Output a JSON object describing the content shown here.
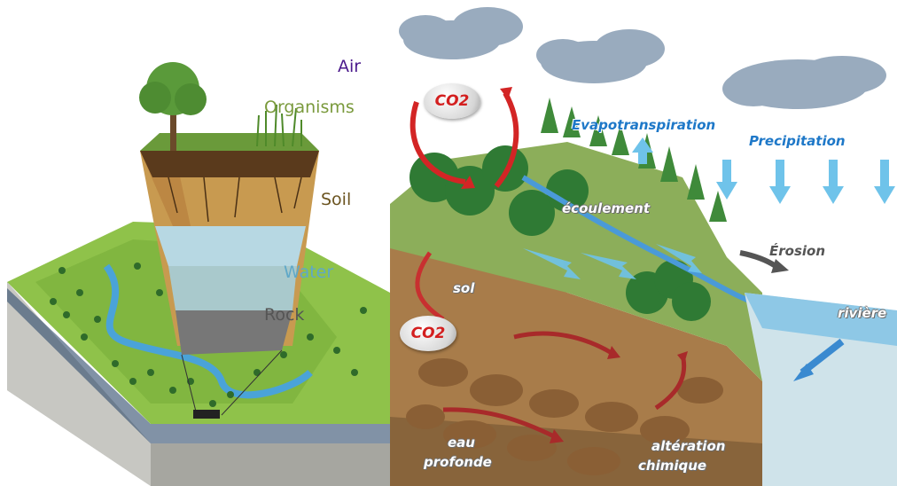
{
  "left_diagram": {
    "labels": {
      "air": "Air",
      "organisms": "Organisms",
      "soil": "Soil",
      "water": "Water",
      "rock": "Rock"
    },
    "colors": {
      "air": "#4b1a8c",
      "organisms": "#7a9a3c",
      "soil": "#6b5420",
      "water": "#5fa8c8",
      "rock": "#555555"
    }
  },
  "right_diagram": {
    "co2_top": "CO2",
    "co2_bottom": "CO2",
    "evapotranspiration": "Evapotranspiration",
    "precipitation": "Precipitation",
    "ecoulement": "écoulement",
    "erosion": "Érosion",
    "sol": "sol",
    "riviere": "rivière",
    "eau_profonde_1": "eau",
    "eau_profonde_2": "profonde",
    "alteration_1": "altération",
    "alteration_2": "chimique"
  }
}
